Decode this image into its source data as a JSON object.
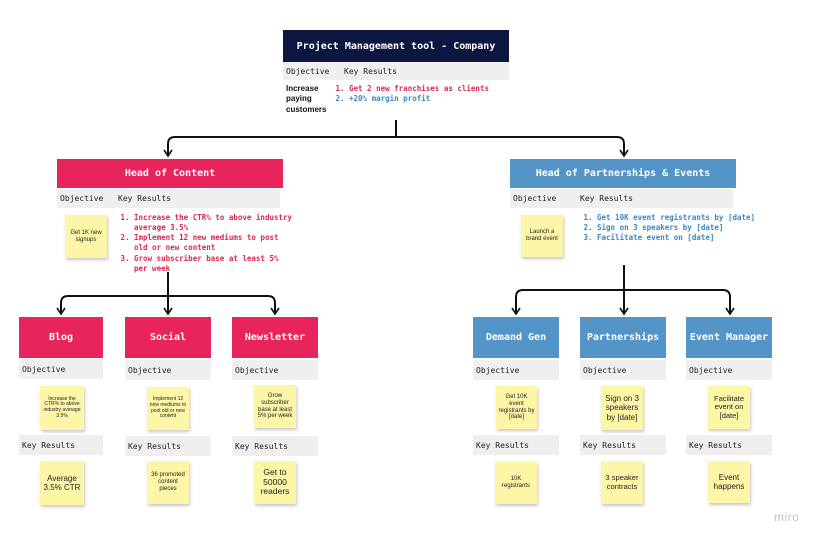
{
  "root": {
    "title": "Project Management tool - Company",
    "objective_label": "Objective",
    "key_results_label": "Key Results",
    "objective": "Increase paying customers",
    "key_results": [
      "Get 2 new franchises as clients",
      "+20% margin profit"
    ]
  },
  "content": {
    "title": "Head of Content",
    "objective_label": "Objective",
    "key_results_label": "Key Results",
    "objective_sticky": "Get 1K new signups",
    "key_results": [
      "Increase the CTR% to above industry average 3.5%",
      "Implement 12 new mediums to post old or new content",
      "Grow subscriber base at least 5% per week"
    ]
  },
  "partnerships_head": {
    "title": "Head of Partnerships & Events",
    "objective_label": "Objective",
    "key_results_label": "Key Results",
    "objective_sticky": "Launch a brand event",
    "key_results": [
      "Get 10K event registrants by [date]",
      "Sign on 3 speakers by [date]",
      "Facilitate event on [date]"
    ]
  },
  "teams": [
    {
      "title": "Blog",
      "objective_label": "Objective",
      "objective_sticky": "Increase the CTR% to above industry average 3.5%",
      "key_results_label": "Key Results",
      "kr_sticky": "Average 3.5% CTR"
    },
    {
      "title": "Social",
      "objective_label": "Objective",
      "objective_sticky": "Implement 12 new mediums to post old or new content",
      "key_results_label": "Key Results",
      "kr_sticky": "36 promoted content pieces"
    },
    {
      "title": "Newsletter",
      "objective_label": "Objective",
      "objective_sticky": "Grow subscriber base at least 5% per week",
      "key_results_label": "Key Results",
      "kr_sticky": "Get to 50000 readers"
    },
    {
      "title": "Demand Gen",
      "objective_label": "Objective",
      "objective_sticky": "Get 10K event registrants by [date]",
      "key_results_label": "Key Results",
      "kr_sticky": "10K registrants"
    },
    {
      "title": "Partnerships",
      "objective_label": "Objective",
      "objective_sticky": "Sign on 3 speakers by [date]",
      "key_results_label": "Key Results",
      "kr_sticky": "3 speaker contracts"
    },
    {
      "title": "Event Manager",
      "objective_label": "Objective",
      "objective_sticky": "Facilitate event on [date]",
      "key_results_label": "Key Results",
      "kr_sticky": "Event happens"
    }
  ],
  "watermark": "miro",
  "colors": {
    "navy": "#0c1640",
    "pink": "#e8245c",
    "blue": "#5594c6",
    "sticky": "#fdf6a6",
    "connector": "#111111"
  }
}
